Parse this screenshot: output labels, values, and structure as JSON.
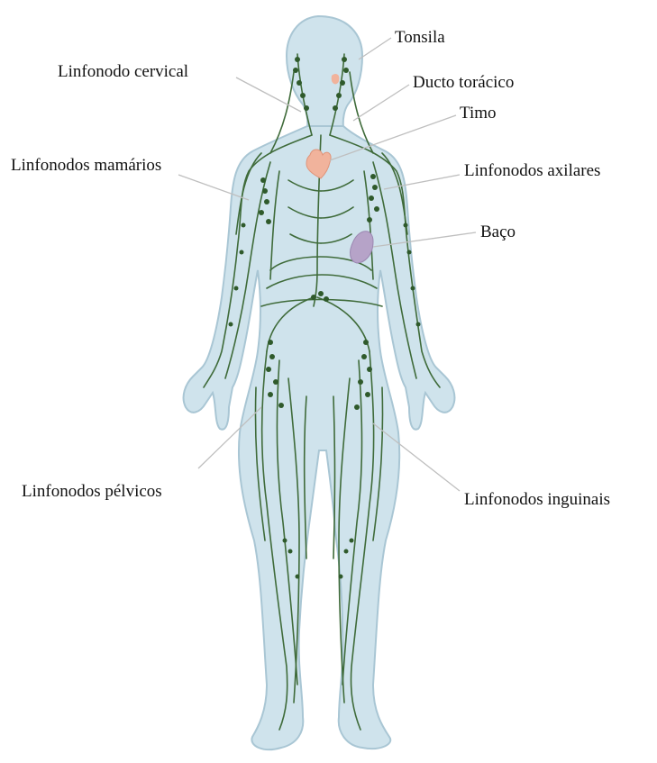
{
  "labels": {
    "tonsila": "Tonsila",
    "linfonodo_cervical": "Linfonodo cervical",
    "ducto_toracico": "Ducto torácico",
    "timo": "Timo",
    "linfonodos_mamarios": "Linfonodos mamários",
    "linfonodos_axilares": "Linfonodos axilares",
    "baco": "Baço",
    "linfonodos_pelvicos": "Linfonodos pélvicos",
    "linfonodos_inguinais": "Linfonodos inguinais"
  },
  "colors": {
    "body_fill": "#cfe3ec",
    "body_outline": "#a9c6d4",
    "vessel": "#3f6b3a",
    "node": "#2f5a2b",
    "thymus": "#f1b39c",
    "spleen": "#b6a3c8",
    "leader_line": "#bfbfbf"
  }
}
